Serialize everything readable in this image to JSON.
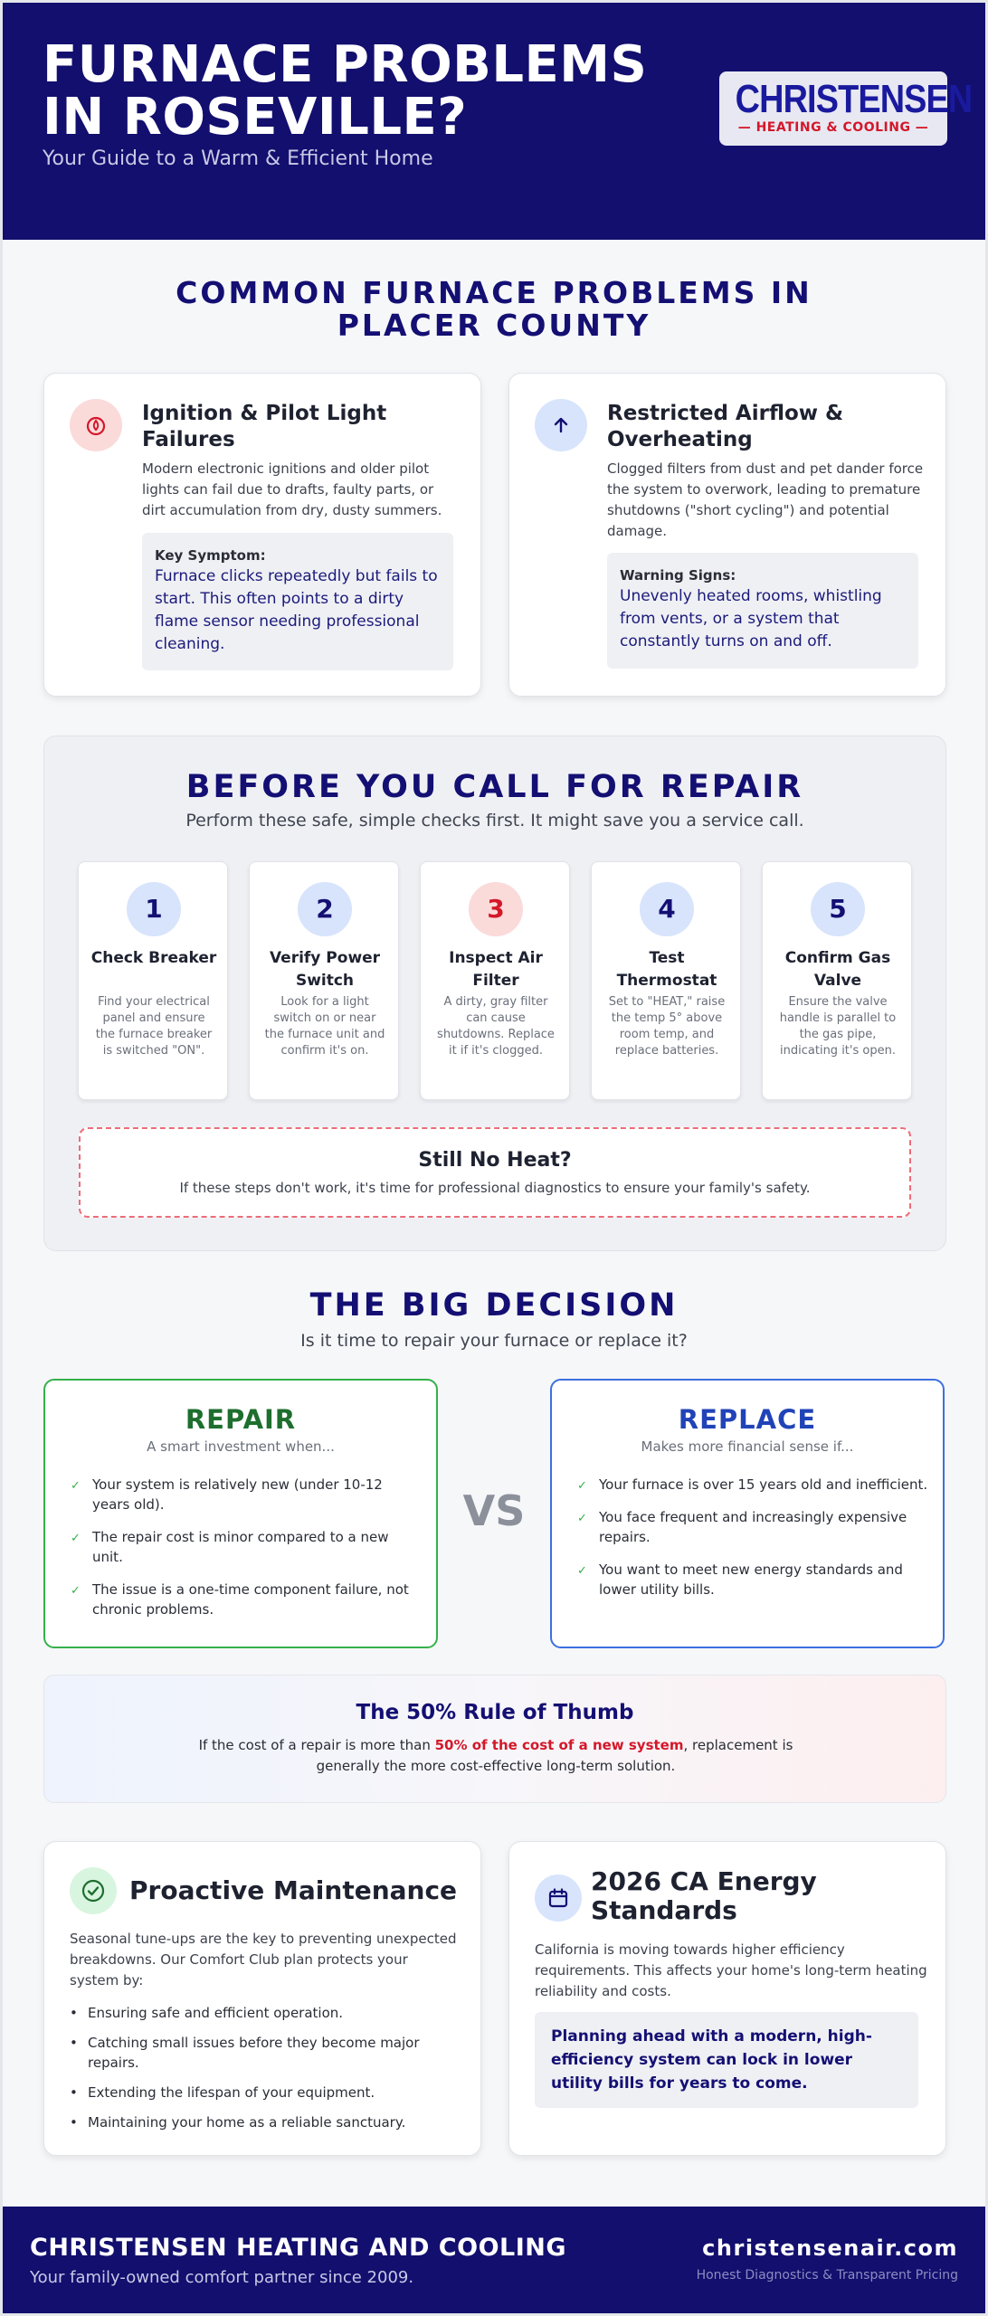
{
  "header": {
    "title": "FURNACE PROBLEMS IN ROSEVILLE?",
    "subtitle": "Your Guide to a Warm & Efficient Home",
    "logo_brand": "CHRISTENSEN",
    "logo_sub": "HEATING & COOLING"
  },
  "problems": {
    "title": "COMMON FURNACE PROBLEMS IN PLACER COUNTY",
    "cards": [
      {
        "icon": "flame-icon",
        "title": "Ignition & Pilot Light Failures",
        "body": "Modern electronic ignitions and older pilot lights can fail due to drafts, faulty parts, or dirt accumulation from dry, dusty summers.",
        "note_label": "Key Symptom:",
        "note_text": "Furnace clicks repeatedly but fails to start. This often points to a dirty flame sensor needing professional cleaning."
      },
      {
        "icon": "arrow-up-icon",
        "title": "Restricted Airflow & Overheating",
        "body": "Clogged filters from dust and pet dander force the system to overwork, leading to premature shutdowns (\"short cycling\") and potential damage.",
        "note_label": "Warning Signs:",
        "note_text": "Unevenly heated rooms, whistling from vents, or a system that constantly turns on and off."
      }
    ]
  },
  "checks": {
    "title": "BEFORE YOU CALL FOR REPAIR",
    "subtitle": "Perform these safe, simple checks first. It might save you a service call.",
    "steps": [
      {
        "num": "1",
        "title": "Check Breaker",
        "desc": "Find your electrical panel and ensure the furnace breaker is switched \"ON\"."
      },
      {
        "num": "2",
        "title": "Verify Power Switch",
        "desc": "Look for a light switch on or near the furnace unit and confirm it's on."
      },
      {
        "num": "3",
        "title": "Inspect Air Filter",
        "desc": "A dirty, gray filter can cause shutdowns. Replace it if it's clogged."
      },
      {
        "num": "4",
        "title": "Test Thermostat",
        "desc": "Set to \"HEAT,\" raise the temp 5° above room temp, and replace batteries."
      },
      {
        "num": "5",
        "title": "Confirm Gas Valve",
        "desc": "Ensure the valve handle is parallel to the gas pipe, indicating it's open."
      }
    ],
    "still_title": "Still No Heat?",
    "still_desc": "If these steps don't work, it's time for professional diagnostics to ensure your family's safety."
  },
  "decision": {
    "title": "THE BIG DECISION",
    "subtitle": "Is it time to repair your furnace or replace it?",
    "vs": "VS",
    "repair": {
      "title": "REPAIR",
      "subtitle": "A smart investment when...",
      "items": [
        "Your system is relatively new (under 10-12 years old).",
        "The repair cost is minor compared to a new unit.",
        "The issue is a one-time component failure, not chronic problems."
      ]
    },
    "replace": {
      "title": "REPLACE",
      "subtitle": "Makes more financial sense if...",
      "items": [
        "Your furnace is over 15 years old and inefficient.",
        "You face frequent and increasingly expensive repairs.",
        "You want to meet new energy standards and lower utility bills."
      ]
    },
    "check_mark": "✓",
    "rule_title": "The 50% Rule of Thumb",
    "rule_pre": "If the cost of a repair is more than ",
    "rule_highlight": "50% of the cost of a new system",
    "rule_post": ", replacement is generally the more cost-effective long-term solution."
  },
  "maintenance": {
    "title": "Proactive Maintenance",
    "body": "Seasonal tune-ups are the key to preventing unexpected breakdowns. Our Comfort Club plan protects your system by:",
    "bullets": [
      "Ensuring safe and efficient operation.",
      "Catching small issues before they become major repairs.",
      "Extending the lifespan of your equipment.",
      "Maintaining your home as a reliable sanctuary."
    ]
  },
  "standards": {
    "title": "2026 CA Energy Standards",
    "body": "California is moving towards higher efficiency requirements. This affects your home's long-term heating reliability and costs.",
    "highlight": "Planning ahead with a modern, high-efficiency system can lock in lower utility bills for years to come."
  },
  "footer": {
    "company": "CHRISTENSEN HEATING AND COOLING",
    "tagline": "Your family-owned comfort partner since 2009.",
    "url": "christensenair.com",
    "slogan": "Honest Diagnostics & Transparent Pricing"
  },
  "colors": {
    "navy": "#120f6e",
    "red": "#d3182a",
    "green": "#34b14a",
    "blue": "#3d6fe0"
  }
}
